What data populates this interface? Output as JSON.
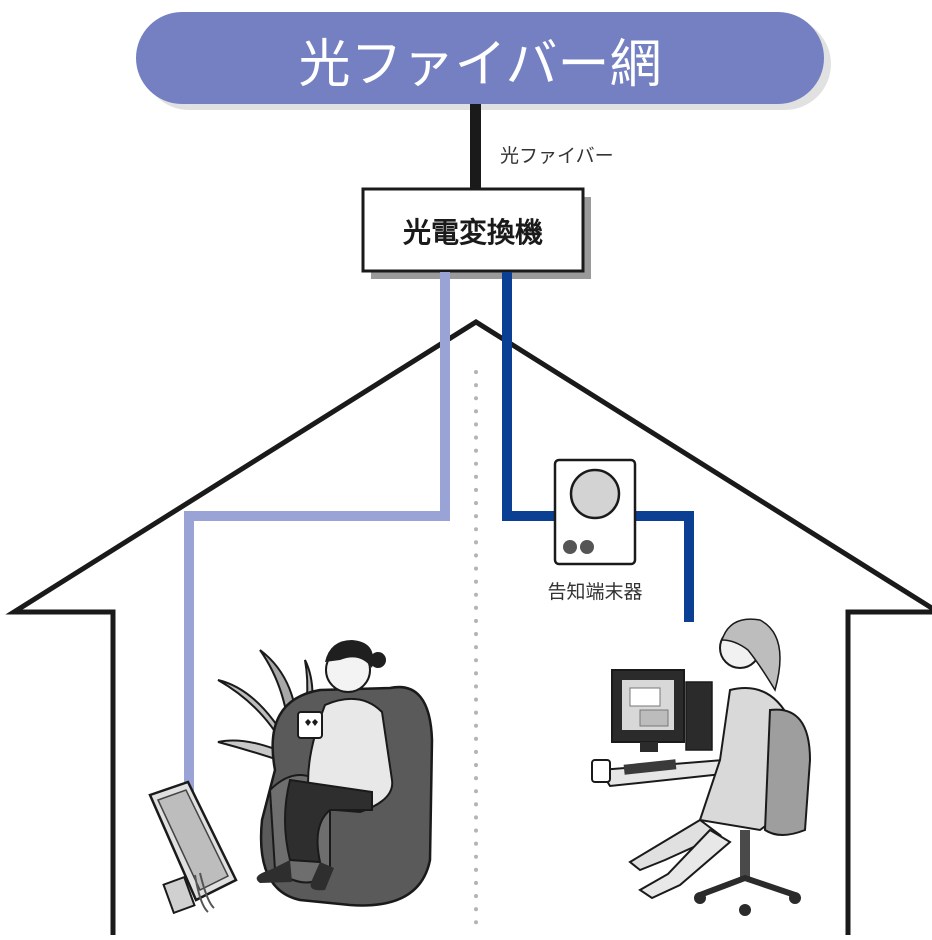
{
  "network": {
    "label": "光ファイバー網",
    "color": "#7480c1"
  },
  "fiber": {
    "label": "光ファイバー",
    "color": "#1a1a1a"
  },
  "converter": {
    "label": "光電変換機"
  },
  "notifier": {
    "label": "告知端末器"
  },
  "lines": {
    "tv_line_color": "#9aa3d6",
    "pc_line_color": "#0b3f94"
  },
  "icons": {
    "tv": "television-icon",
    "person_sofa": "woman-on-sofa-icon",
    "person_pc": "woman-at-computer-icon",
    "plant": "houseplant-icon"
  }
}
